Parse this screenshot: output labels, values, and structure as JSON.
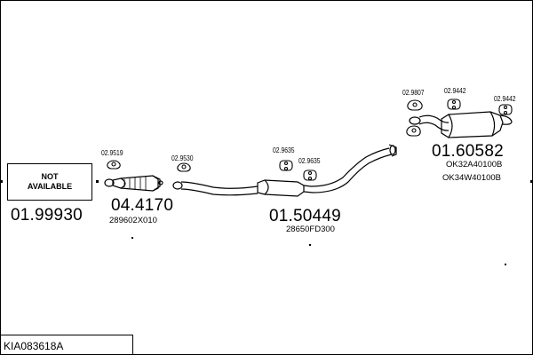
{
  "diagram": {
    "not_available_box": {
      "line1": "NOT",
      "line2": "AVAILABLE"
    },
    "diagram_code": "KIA083618A",
    "part_numbers": {
      "p_left_box": "01.99930",
      "p_catalyst": "04.4170",
      "p_catalyst_oem": "289602X010",
      "p_middle": "01.50449",
      "p_middle_oem": "28650FD300",
      "p_rear": "01.60582",
      "p_rear_oem_1": "OK32A40100B",
      "p_rear_oem_2": "OK34W40100B"
    },
    "accessories": {
      "a1": "02.9519",
      "a2": "02.9530",
      "a3": "02.9635",
      "a4": "02.9635",
      "a5": "02.9807",
      "a6": "02.9442",
      "a7": "02.9442"
    }
  }
}
